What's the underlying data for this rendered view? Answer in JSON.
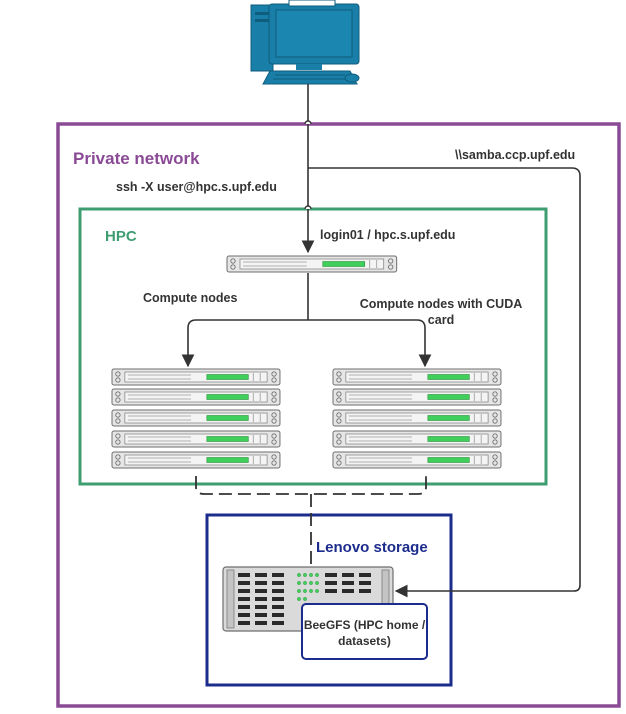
{
  "labels": {
    "private_network": "Private network",
    "samba_path": "\\\\samba.ccp.upf.edu",
    "ssh_command": "ssh -X user@hpc.s.upf.edu",
    "hpc": "HPC",
    "login_node": "login01 / hpc.s.upf.edu",
    "compute_nodes": "Compute nodes",
    "compute_nodes_cuda": "Compute nodes with CUDA card",
    "lenovo_storage": "Lenovo storage",
    "beegfs": "BeeGFS (HPC home / datasets)"
  },
  "colors": {
    "private_network_border": "#8a4a96",
    "hpc_border": "#3f9d72",
    "storage_border": "#1c2c8c",
    "workstation": "#1a7fa8",
    "server_led": "#3fcf5a",
    "connector": "#333333"
  },
  "icons": {
    "workstation": "desktop-computer-icon",
    "server": "rack-server-icon",
    "storage": "storage-array-icon"
  },
  "node_groups": {
    "compute_nodes_count": 5,
    "cuda_nodes_count": 5
  }
}
